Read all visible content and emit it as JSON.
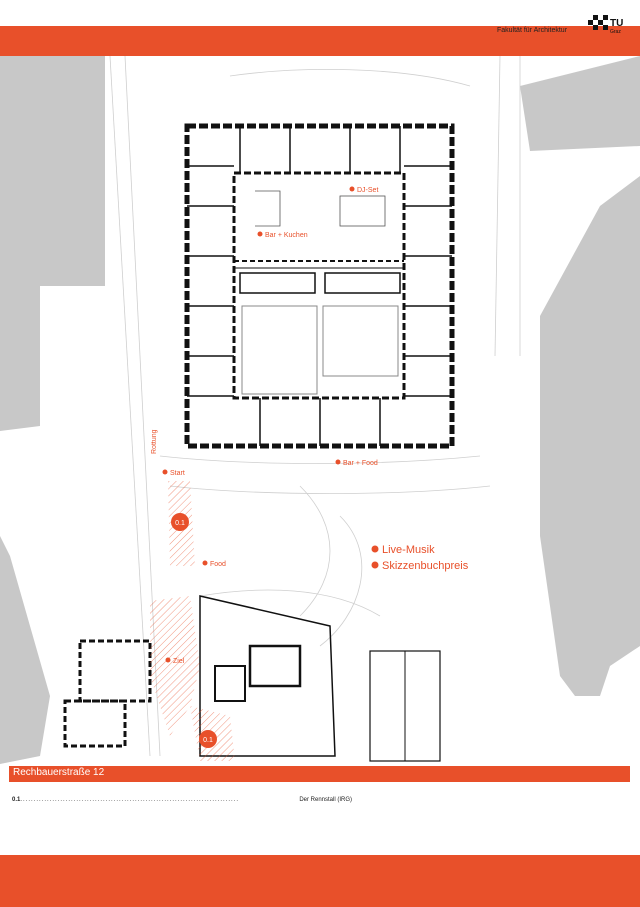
{
  "header": {
    "faculty": "Fakultät für Architektur",
    "logo_text": "TU",
    "logo_sub": "Graz"
  },
  "map": {
    "labels": {
      "dj_set": "DJ-Set",
      "bar_kuchen": "Bar + Kuchen",
      "bar_food": "Bar + Food",
      "start": "Start",
      "food": "Food",
      "ziel": "Ziel",
      "rottung": "Rottung",
      "station_top": "0.1",
      "station_bottom": "0.1"
    },
    "highlights": {
      "live_musik": "Live-Musik",
      "skizzenbuchpreis": "Skizzenbuchpreis"
    }
  },
  "footer": {
    "address": "Rechbauerstraße 12",
    "legend": {
      "number": "0.1",
      "dots": "..................................................................................",
      "text": "Der Rennstall (IRG)"
    }
  },
  "colors": {
    "accent": "#e8502a",
    "building": "#c8c8c8",
    "wall": "#111111"
  }
}
